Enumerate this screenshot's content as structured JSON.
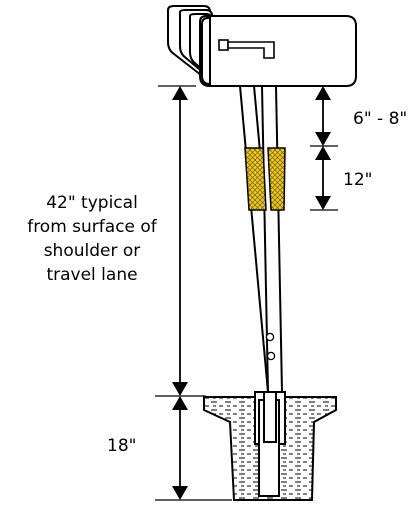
{
  "labels": {
    "offset_range": "6\" - 8\"",
    "reflector_height": "12\"",
    "height_line_1": "42\" typical",
    "height_line_2": "from surface of",
    "height_line_3": "shoulder or",
    "height_line_4": "travel lane",
    "embed_depth": "18\""
  },
  "colors": {
    "reflective_band": "#f2cc16",
    "outline": "#000000",
    "background": "#ffffff"
  }
}
